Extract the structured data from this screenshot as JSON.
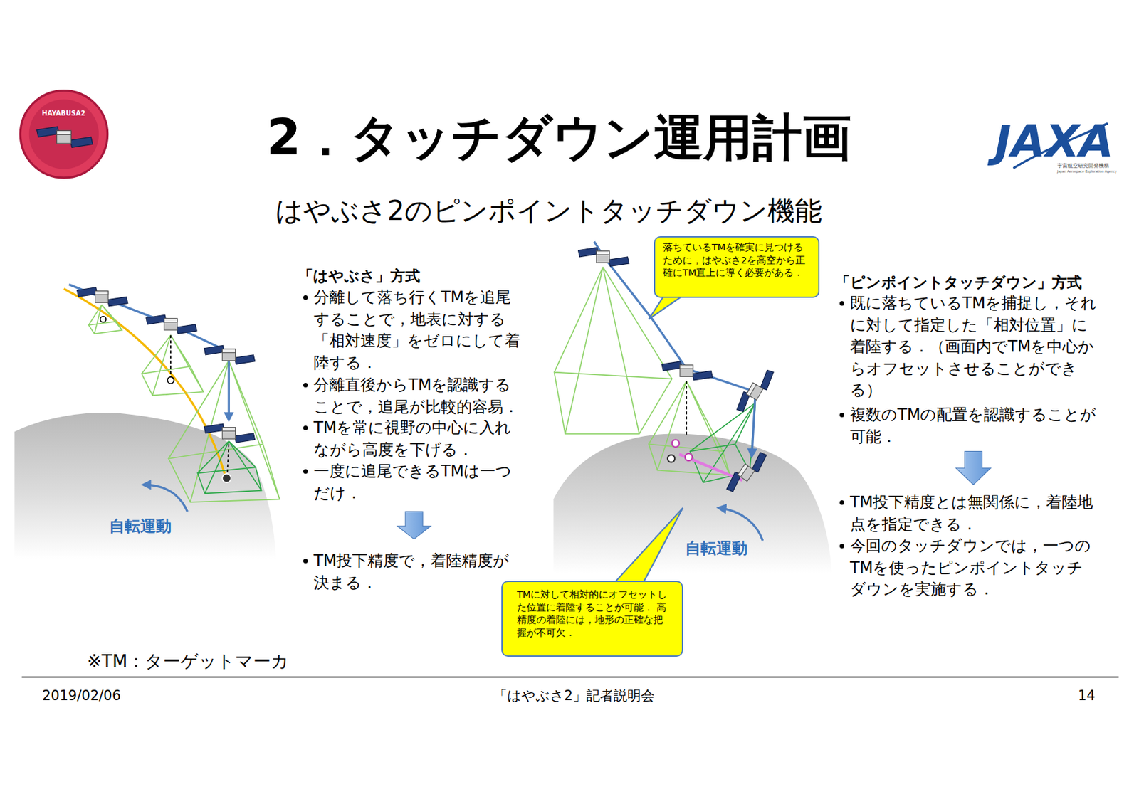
{
  "diagram": {
    "title": "2．タッチダウン運用計画",
    "nodes": [
      {
        "text": [
          "落ちているTMを確実に見つけるために，はやぶさ2を高空から正確にTM直上に導く必要がある．"
        ]
      },
      {
        "text": [
          "TMに対して相対的にオフセットした位置に着陸することが可能． 高精度の着陸には，地形の正確な把握が不可欠．"
        ]
      }
    ],
    "labels": [
      "はやぶさ2のピンポイントタッチダウン機能",
      "HAYABUSA2",
      "JAXA",
      "宇宙航空研究開発機構",
      "Japan Aerospace Exploration Agency",
      "「はやぶさ」方式",
      "分離して落ち行くTMを追尾することで，地表に対する「相対速度」をゼロにして着陸する．",
      "分離直後からTMを認識することで，追尾が比較的容易．",
      "TMを常に視野の中心に入れながら高度を下げる．",
      "一度に追尾できるTMは一つだけ．",
      "TM投下精度で，着陸精度が決まる．",
      "自転運動",
      "「ピンポイントタッチダウン」方式",
      "既に落ちているTMを捕捉し，それに対して指定した「相対位置」に着陸する．（画面内でTMを中心からオフセットさせることができる）",
      "複数のTMの配置を認識することが可能．",
      "TM投下精度とは無関係に，着陸地点を指定できる．",
      "今回のタッチダウンでは，一つのTMを使ったピンポイントタッチダウンを実施する．",
      "自転運動",
      "※TM：ターゲットマーカ",
      "2019/02/06",
      "「はやぶさ2」記者説明会",
      "14"
    ]
  }
}
